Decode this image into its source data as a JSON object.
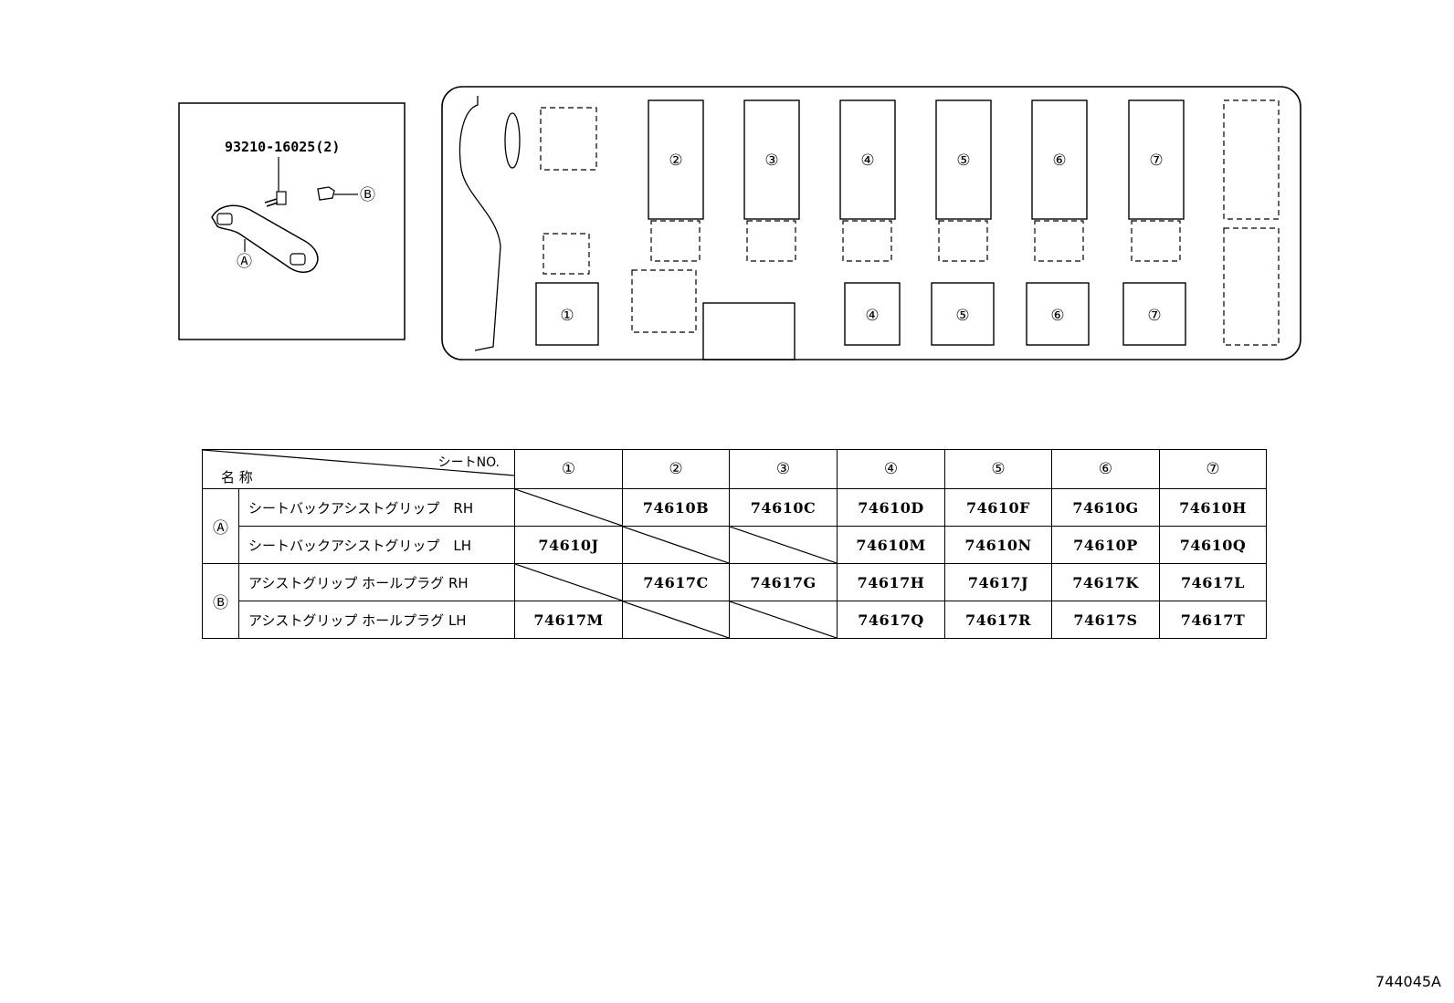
{
  "figure": {
    "bolt_part_no": "93210-16025(2)",
    "callout_a": "Ⓐ",
    "callout_b": "Ⓑ",
    "figure_code": "744045A"
  },
  "floor_plan": {
    "upper_seat_labels": [
      "②",
      "③",
      "④",
      "⑤",
      "⑥",
      "⑦"
    ],
    "lower_seat_labels": [
      "①",
      "④",
      "⑤",
      "⑥",
      "⑦"
    ]
  },
  "table": {
    "corner_top": "シートNO.",
    "corner_bottom": "名 称",
    "seat_headers": [
      "①",
      "②",
      "③",
      "④",
      "⑤",
      "⑥",
      "⑦"
    ],
    "groups": [
      {
        "mark": "Ⓐ",
        "rows": [
          {
            "name": "シートバックアシストグリップ　RH",
            "codes": [
              "",
              "74610B",
              "74610C",
              "74610D",
              "74610F",
              "74610G",
              "74610H"
            ]
          },
          {
            "name": "シートバックアシストグリップ　LH",
            "codes": [
              "74610J",
              "",
              "",
              "74610M",
              "74610N",
              "74610P",
              "74610Q"
            ]
          }
        ]
      },
      {
        "mark": "Ⓑ",
        "rows": [
          {
            "name": "アシストグリップ ホールプラグ RH",
            "codes": [
              "",
              "74617C",
              "74617G",
              "74617H",
              "74617J",
              "74617K",
              "74617L"
            ]
          },
          {
            "name": "アシストグリップ ホールプラグ LH",
            "codes": [
              "74617M",
              "",
              "",
              "74617Q",
              "74617R",
              "74617S",
              "74617T"
            ]
          }
        ]
      }
    ]
  }
}
